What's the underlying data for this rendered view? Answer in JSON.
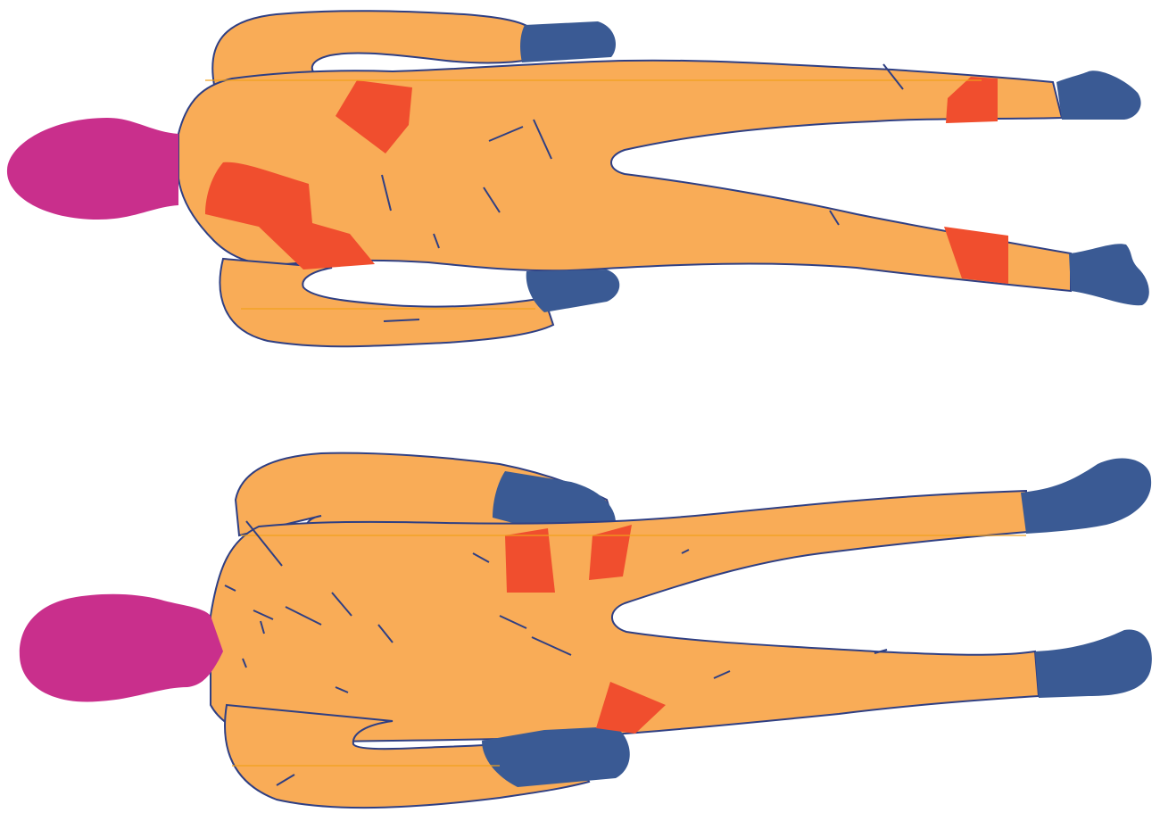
{
  "colors": {
    "background": "#ffffff",
    "body": "#f9ac57",
    "head": "#c92f8c",
    "extremity": "#3a5a94",
    "highlight": "#f04e2e",
    "outline": "#2f3f83",
    "scanline": "#f2a11a"
  },
  "figures": [
    {
      "view": "front",
      "region_colors": {
        "head": "head",
        "torso": "body",
        "hands": "extremity",
        "feet": "extremity",
        "marked_areas": "highlight"
      }
    },
    {
      "view": "back",
      "region_colors": {
        "head": "head",
        "torso": "body",
        "hands": "extremity",
        "feet": "extremity",
        "marked_areas": "highlight"
      }
    }
  ]
}
